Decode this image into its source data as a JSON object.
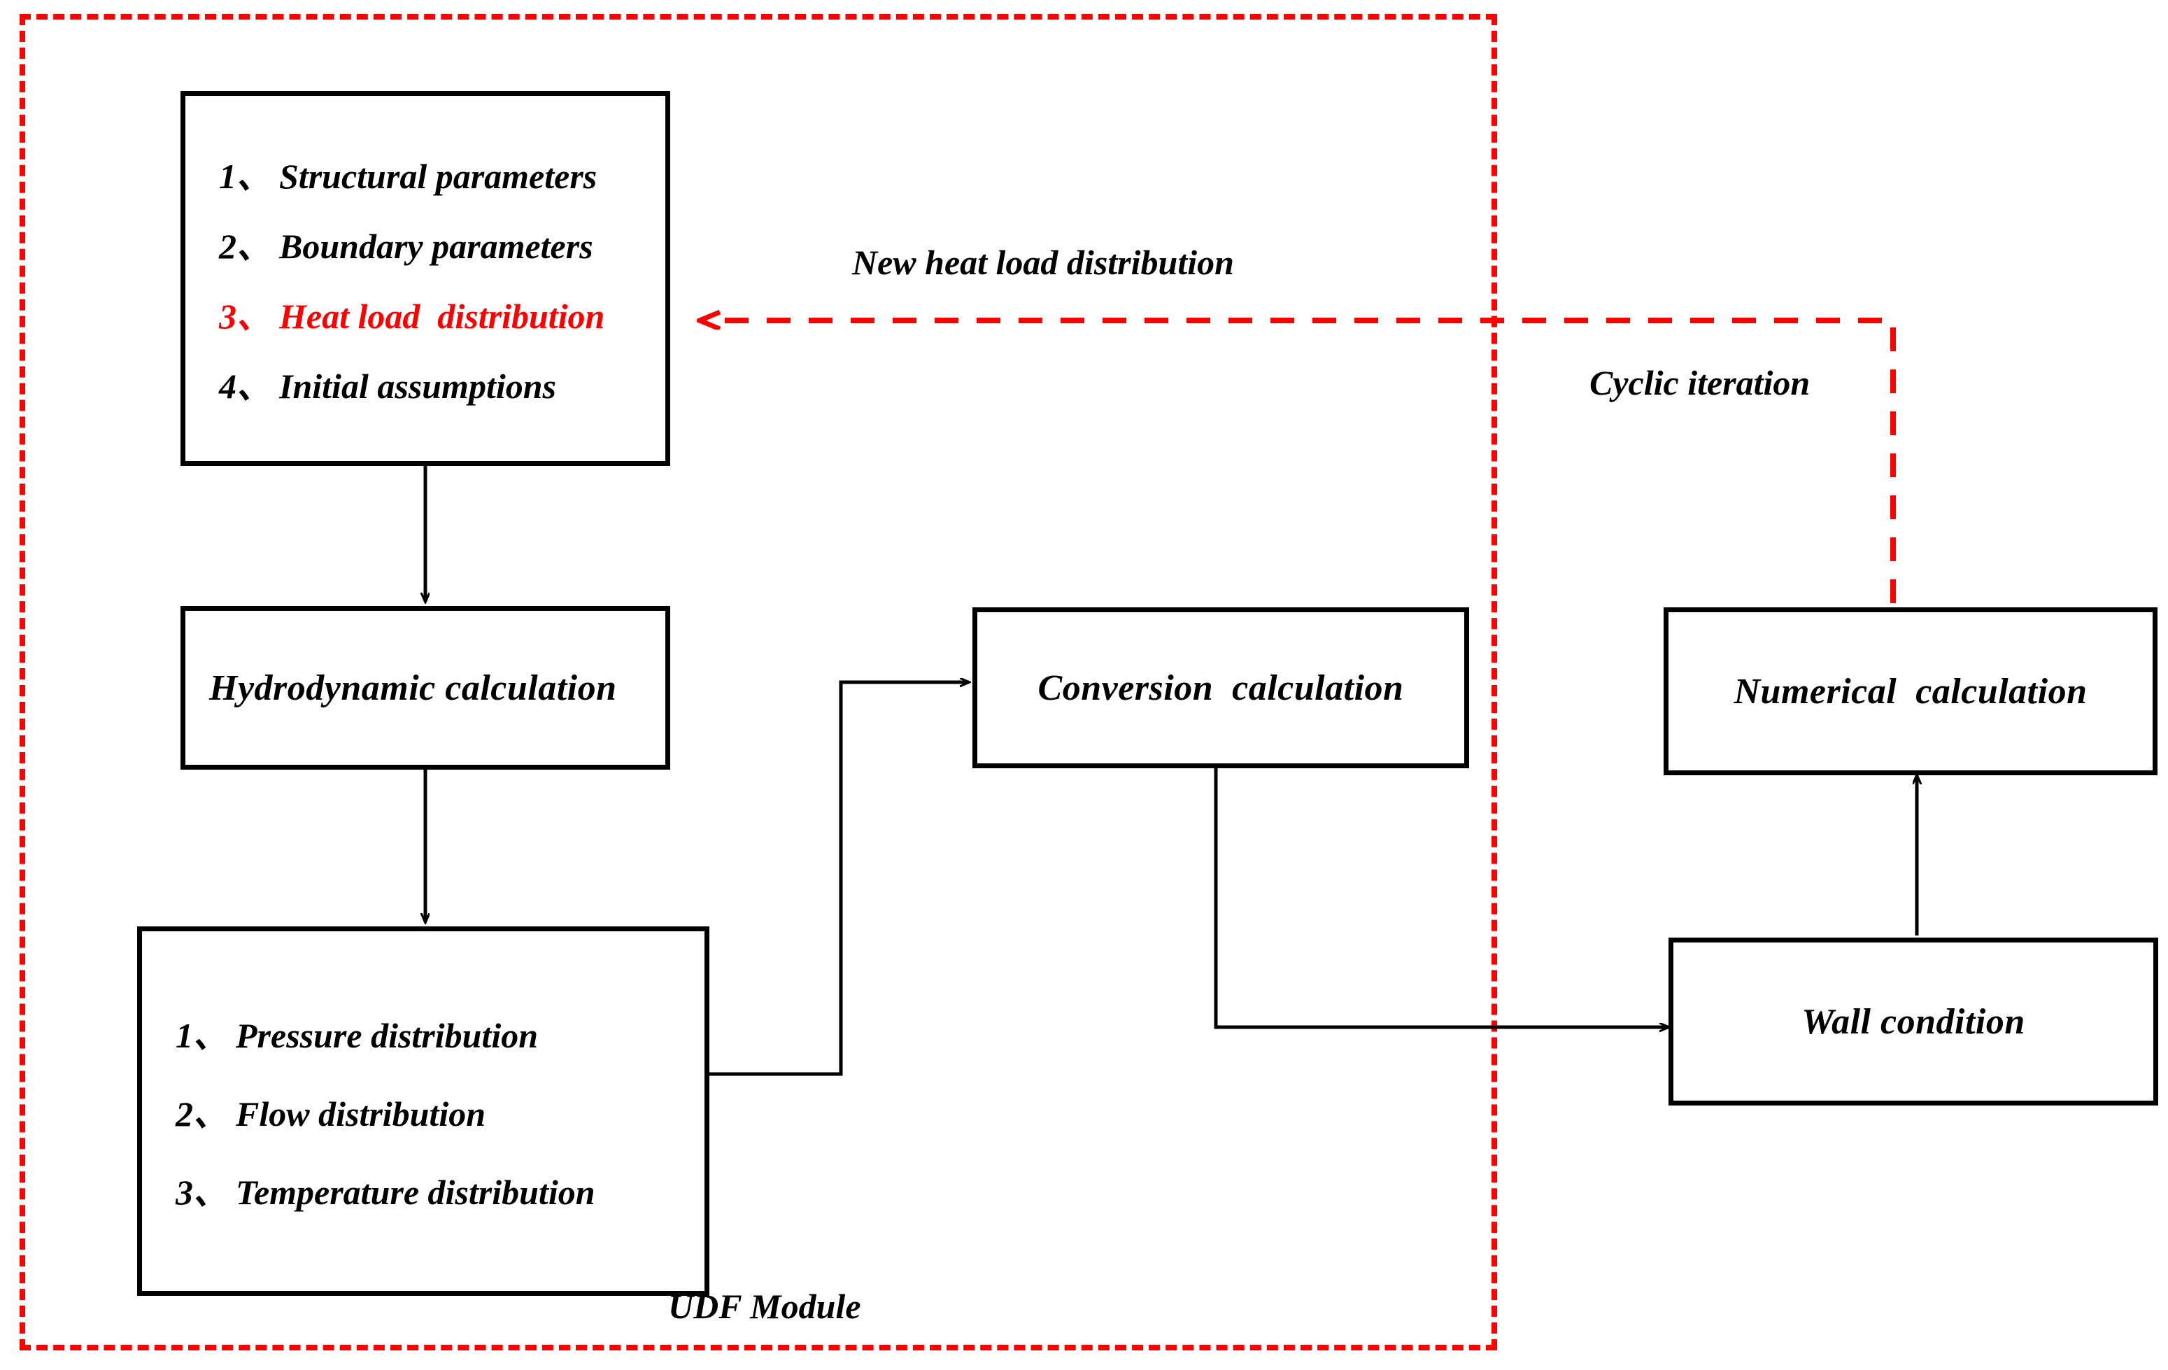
{
  "diagram": {
    "title": "UDF Module coupled calculation flowchart",
    "accent_color": "#FF0000",
    "line_color": "#000000",
    "background": "#FFFFFF"
  },
  "boundary": {
    "label": "UDF Module",
    "style": "red-dashed-rectangle",
    "color": "#FF0000"
  },
  "nodes": {
    "inputs": {
      "name": "input-parameters-box",
      "items": [
        {
          "num": "1、",
          "text": "Structural parameters",
          "color": "#000000"
        },
        {
          "num": "2、",
          "text": "Boundary parameters",
          "color": "#000000"
        },
        {
          "num": "3、",
          "text": "Heat load  distribution",
          "color": "#FF0000"
        },
        {
          "num": "4、",
          "text": "Initial assumptions",
          "color": "#000000"
        }
      ]
    },
    "hydrodynamic": {
      "label": "Hydrodynamic calculation"
    },
    "results": {
      "name": "results-box",
      "items": [
        {
          "num": "1、",
          "text": "Pressure distribution"
        },
        {
          "num": "2、",
          "text": "Flow distribution"
        },
        {
          "num": "3、",
          "text": "Temperature distribution"
        }
      ]
    },
    "conversion": {
      "label": "Conversion  calculation"
    },
    "numerical": {
      "label": "Numerical  calculation"
    },
    "wall": {
      "label": "Wall condition"
    }
  },
  "labels": {
    "new_heat_load": "New heat load distribution",
    "cyclic_iteration": "Cyclic iteration",
    "udf_module": "UDF Module"
  }
}
